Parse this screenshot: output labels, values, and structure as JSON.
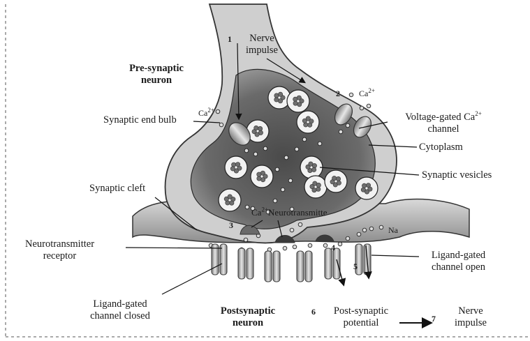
{
  "labels": {
    "presynaptic_line1": "Pre-synaptic",
    "presynaptic_line2": "neuron",
    "nerve_impulse_top_line1": "Nerve",
    "nerve_impulse_top_line2": "impulse",
    "synaptic_end_bulb": "Synaptic end bulb",
    "ca_ion": "Ca",
    "ca_charge": "2+",
    "voltage_gated_line1": "Voltage-gated Ca",
    "voltage_gated_line2": "channel",
    "cytoplasm": "Cytoplasm",
    "synaptic_vesicles": "Synaptic vesicles",
    "synaptic_cleft": "Synaptic cleft",
    "neurotransmitter": "Neurotransmitte",
    "na_ion": "Na",
    "nt_receptor_line1": "Neurotransmitter",
    "nt_receptor_line2": "receptor",
    "ligand_open_line1": "Ligand-gated",
    "ligand_open_line2": "channel open",
    "ligand_closed_line1": "Ligand-gated",
    "ligand_closed_line2": "channel closed",
    "postsynaptic_line1": "Postsynaptic",
    "postsynaptic_line2": "neuron",
    "post_potential_line1": "Post-synaptic",
    "post_potential_line2": "potential",
    "nerve_impulse_end_line1": "Nerve",
    "nerve_impulse_end_line2": "impulse"
  },
  "steps": [
    "1",
    "2",
    "3",
    "4",
    "5",
    "6",
    "7"
  ]
}
